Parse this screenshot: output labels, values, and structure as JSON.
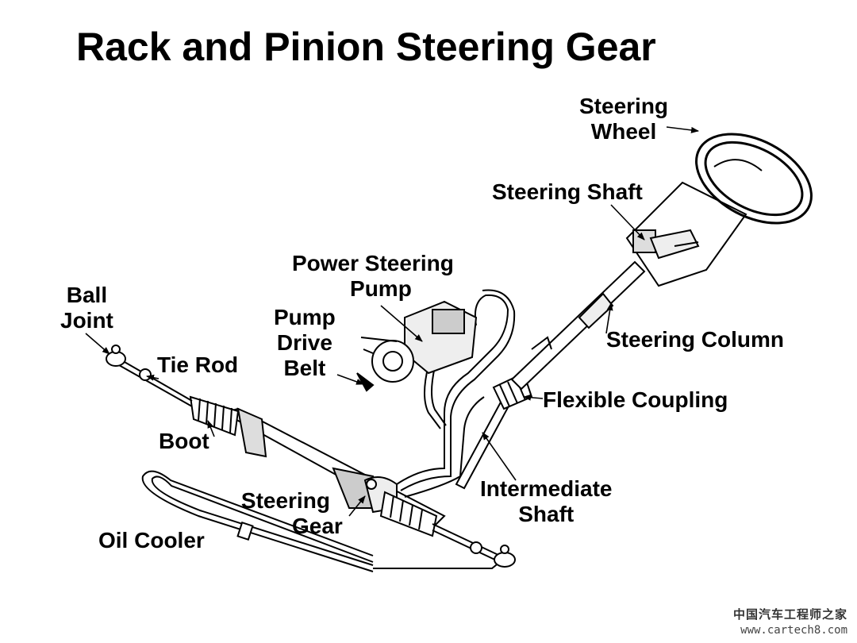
{
  "title": "Rack and Pinion Steering Gear",
  "labels": {
    "steering_wheel": [
      "Steering",
      "Wheel"
    ],
    "steering_shaft": "Steering Shaft",
    "power_steering_pump": [
      "Power Steering",
      "Pump"
    ],
    "pump_drive_belt": [
      "Pump",
      "Drive",
      "Belt"
    ],
    "ball_joint": [
      "Ball",
      "Joint"
    ],
    "tie_rod": "Tie Rod",
    "steering_column": "Steering Column",
    "flexible_coupling": "Flexible Coupling",
    "boot": "Boot",
    "intermediate_shaft": [
      "Intermediate",
      "Shaft"
    ],
    "steering_gear": [
      "Steering",
      "Gear"
    ],
    "oil_cooler": "Oil Cooler"
  },
  "watermark": {
    "line1": "中国汽车工程师之家",
    "line2": "www.cartech8.com"
  }
}
